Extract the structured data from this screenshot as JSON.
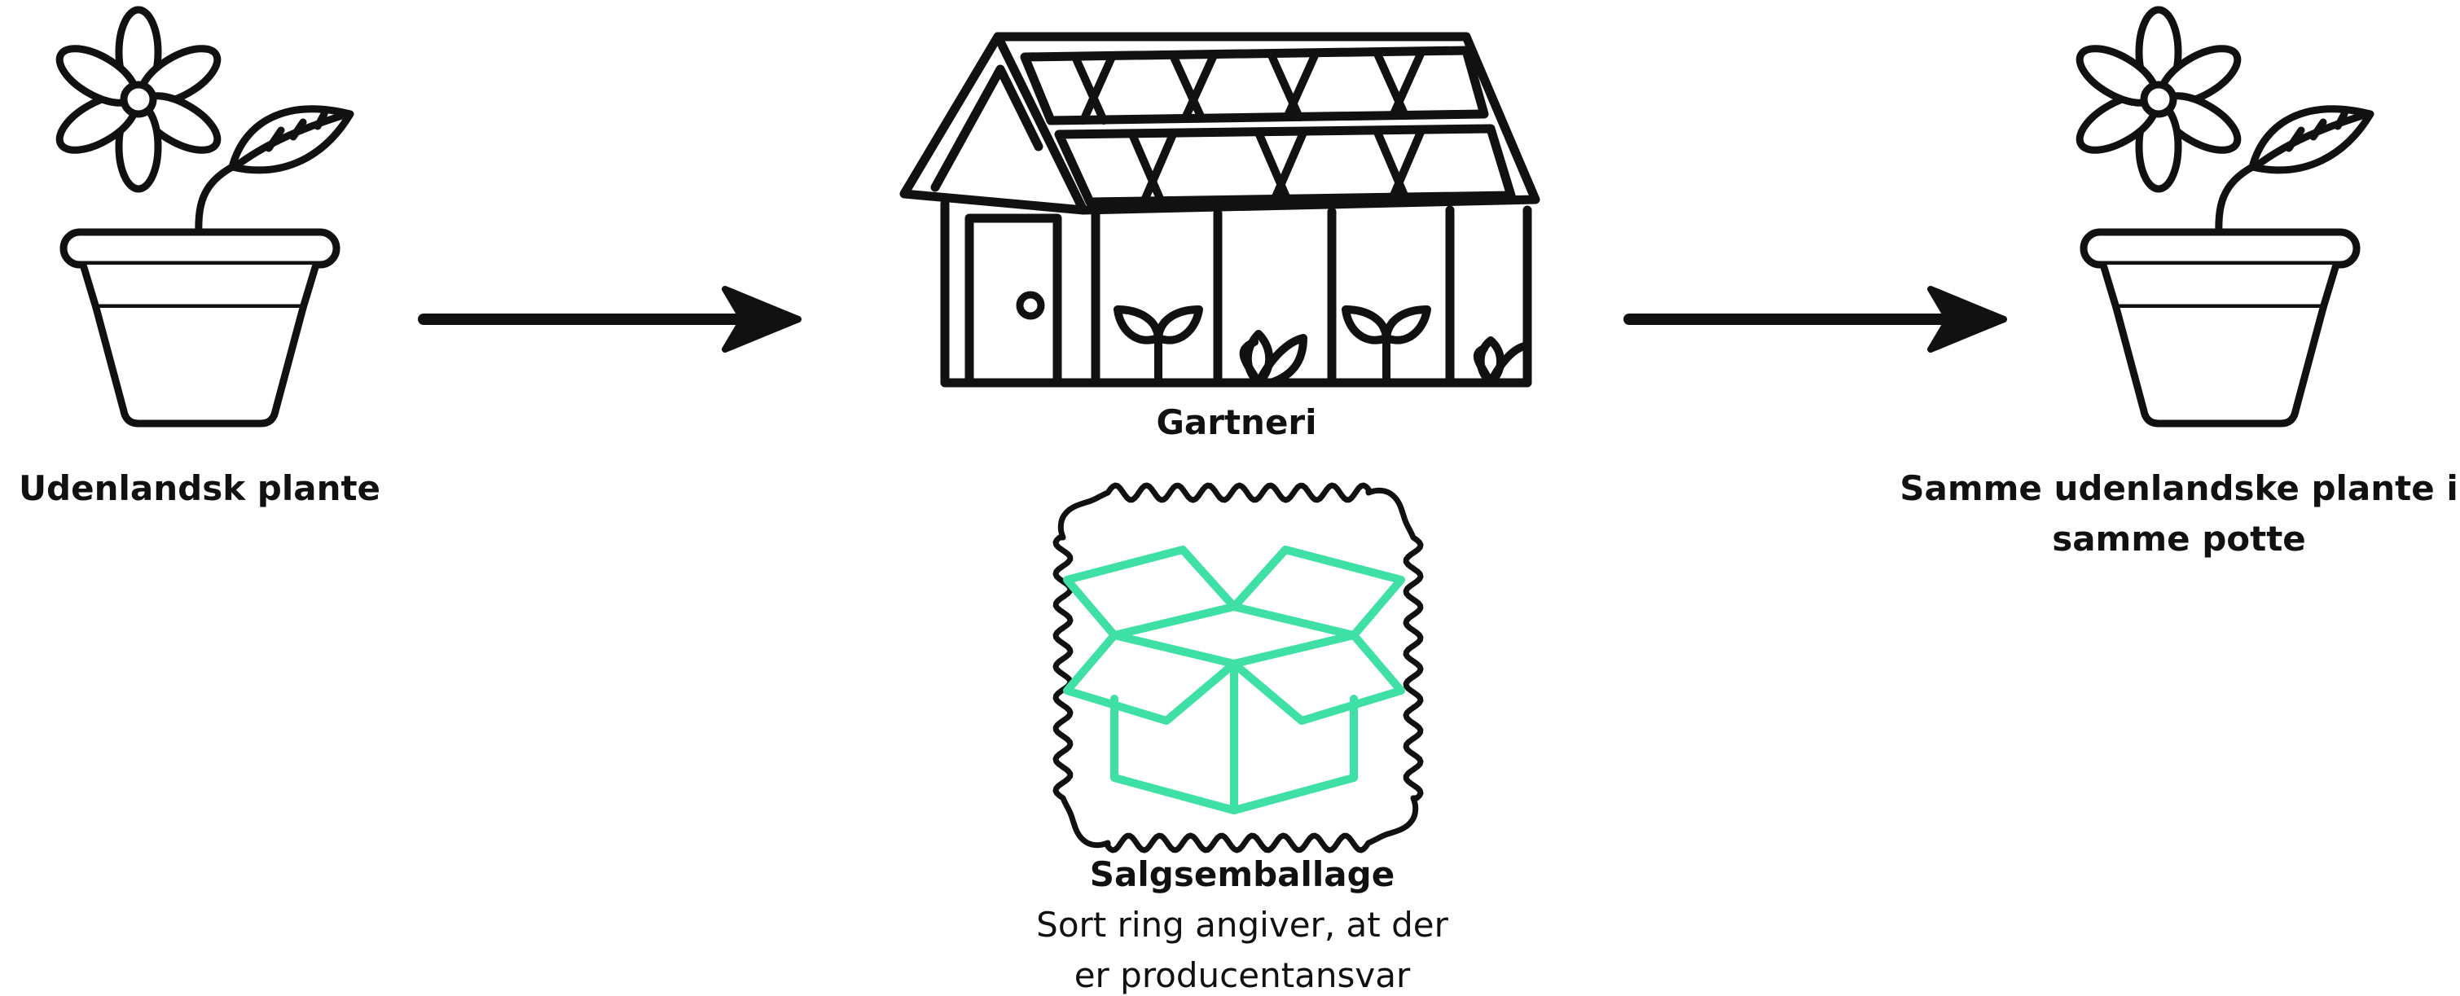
{
  "nodes": {
    "source": {
      "label": "Udenlandsk plante"
    },
    "gartneri": {
      "label": "Gartneri"
    },
    "packaging": {
      "title": "Salgsemballage",
      "desc_line1": "Sort ring angiver, at der",
      "desc_line2": "er producentansvar"
    },
    "target": {
      "line1": "Samme udenlandske plante i",
      "line2": "samme potte"
    }
  },
  "icons": {
    "source": "potted-flower-icon",
    "gartneri": "greenhouse-icon",
    "packaging": "open-box-icon",
    "target": "potted-flower-icon"
  },
  "colors": {
    "stroke": "#111111",
    "box": "#3ee0a6",
    "background": "#ffffff"
  }
}
